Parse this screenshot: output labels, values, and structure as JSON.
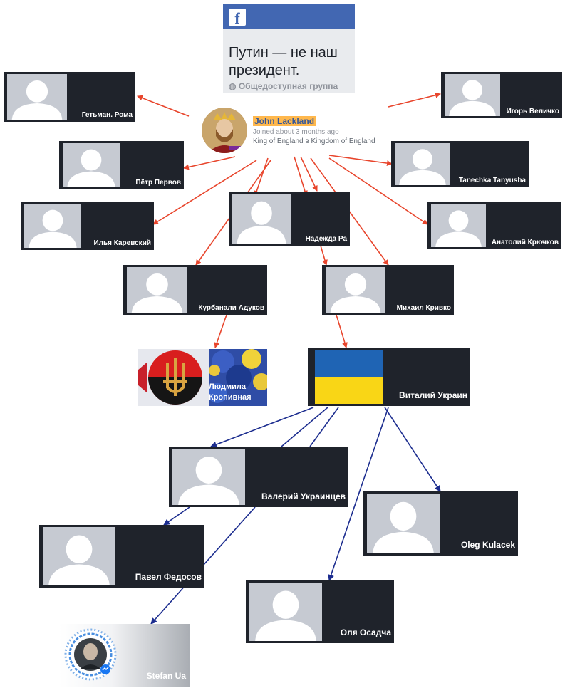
{
  "group": {
    "platform_icon": "facebook-f-icon",
    "title": "Путин — не наш президент.",
    "subtitle": "Общедоступная группа",
    "subtitle_icon": "globe-icon"
  },
  "hub": {
    "name": "John Lackland",
    "joined": "Joined about 3 months ago",
    "info": "King of England в Kingdom of England"
  },
  "profiles": {
    "getman": "Гетьман. Рома",
    "igor": "Игорь Величко",
    "petr": "Пётр Первов",
    "tanechka": "Tanechka Tanyusha",
    "ilya": "Илья Каревский",
    "nadezhda": "Надежда Ра",
    "anatoliy": "Анатолий Крючков",
    "kurbanali": "Курбанали Адуков",
    "mikhail": "Михаил Кривко",
    "lyudmila": "Людмила Кропивная",
    "vitaliy": "Виталий Украин",
    "valeriy": "Валерий Украинцев",
    "oleg": "Oleg Kulacek",
    "pavel": "Павел Федосов",
    "olya": "Оля Осадча",
    "stefan": "Stefan Ua"
  },
  "colors": {
    "card_bg": "#1f232b",
    "placeholder": "#c6cad2",
    "red_arrow": "#e8452c",
    "blue_arrow": "#1c2d8f",
    "fb_blue": "#4267b2",
    "highlight": "#ffb84d"
  }
}
